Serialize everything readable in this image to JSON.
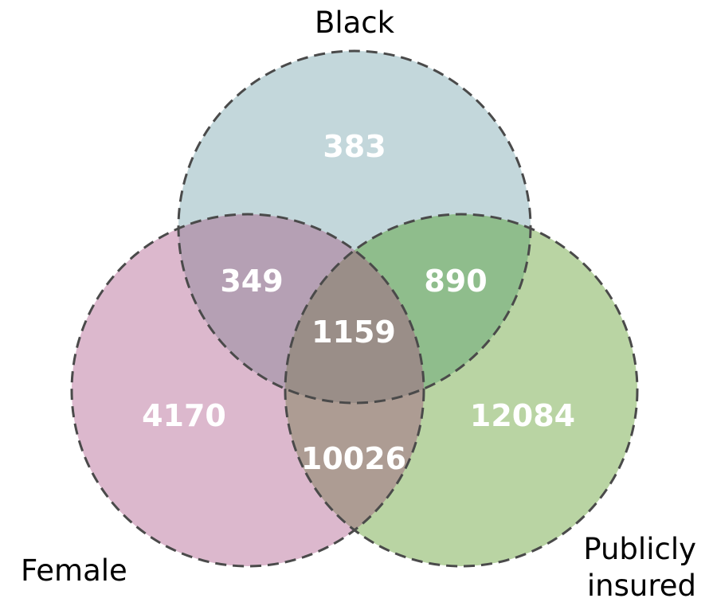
{
  "chart_data": {
    "type": "venn",
    "title": "",
    "sets": [
      {
        "id": "black",
        "label": "Black",
        "color": "#c3d7db"
      },
      {
        "id": "female",
        "label": "Female",
        "color": "#dcb8cd"
      },
      {
        "id": "publicly_insured",
        "label": "Publicly insured",
        "color": "#b9d4a3"
      }
    ],
    "regions": [
      {
        "id": "black-only",
        "sets": [
          "Black"
        ],
        "value": 383,
        "label": "383",
        "color": "#c3d7db"
      },
      {
        "id": "female-only",
        "sets": [
          "Female"
        ],
        "value": 4170,
        "label": "4170",
        "color": "#dcb8cd"
      },
      {
        "id": "publicly-insured-only",
        "sets": [
          "Publicly insured"
        ],
        "value": 12084,
        "label": "12084",
        "color": "#b9d4a3"
      },
      {
        "id": "black-female",
        "sets": [
          "Black",
          "Female"
        ],
        "value": 349,
        "label": "349",
        "color": "#b5a0b4"
      },
      {
        "id": "black-publicly-insured",
        "sets": [
          "Black",
          "Publicly insured"
        ],
        "value": 890,
        "label": "890",
        "color": "#8fbd8c"
      },
      {
        "id": "female-publicly-insured",
        "sets": [
          "Female",
          "Publicly insured"
        ],
        "value": 10026,
        "label": "10026",
        "color": "#ad9c93"
      },
      {
        "id": "all-three",
        "sets": [
          "Black",
          "Female",
          "Publicly insured"
        ],
        "value": 1159,
        "label": "1159",
        "color": "#9a8e88"
      }
    ],
    "stroke_color": "#4a4a4a",
    "stroke_dash": "14 8",
    "stroke_width": 3,
    "count_text_color": "#ffffff",
    "label_text_color": "#000000"
  },
  "labels": {
    "black": "Black",
    "female": "Female",
    "publicly_insured_line1": "Publicly",
    "publicly_insured_line2": "insured"
  },
  "counts": {
    "black_only": "383",
    "female_only": "4170",
    "publicly_insured_only": "12084",
    "black_female": "349",
    "black_publicly_insured": "890",
    "female_publicly_insured": "10026",
    "all_three": "1159"
  }
}
